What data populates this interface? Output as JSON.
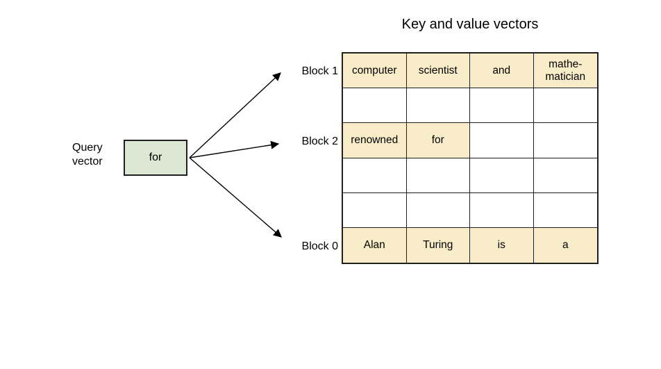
{
  "title": "Key and value vectors",
  "query": {
    "label": "Query\nvector",
    "box_text": "for"
  },
  "blocks": [
    {
      "label": "Block 1"
    },
    {
      "label": "Block 2"
    },
    {
      "label": "Block 0"
    }
  ],
  "table": {
    "rows": [
      {
        "cells": [
          "computer",
          "scientist",
          "and",
          "mathe-\nmatician"
        ],
        "filled": [
          true,
          true,
          true,
          true
        ]
      },
      {
        "cells": [
          "",
          "",
          "",
          ""
        ],
        "filled": [
          false,
          false,
          false,
          false
        ]
      },
      {
        "cells": [
          "renowned",
          "for",
          "",
          ""
        ],
        "filled": [
          true,
          true,
          false,
          false
        ]
      },
      {
        "cells": [
          "",
          "",
          "",
          ""
        ],
        "filled": [
          false,
          false,
          false,
          false
        ]
      },
      {
        "cells": [
          "",
          "",
          "",
          ""
        ],
        "filled": [
          false,
          false,
          false,
          false
        ]
      },
      {
        "cells": [
          "Alan",
          "Turing",
          "is",
          "a"
        ],
        "filled": [
          true,
          true,
          true,
          true
        ]
      }
    ]
  },
  "colors": {
    "cell_highlight": "#f8edc8",
    "query_box_fill": "#dde8d4",
    "border": "#1f1f1f",
    "arrow": "#000000"
  }
}
